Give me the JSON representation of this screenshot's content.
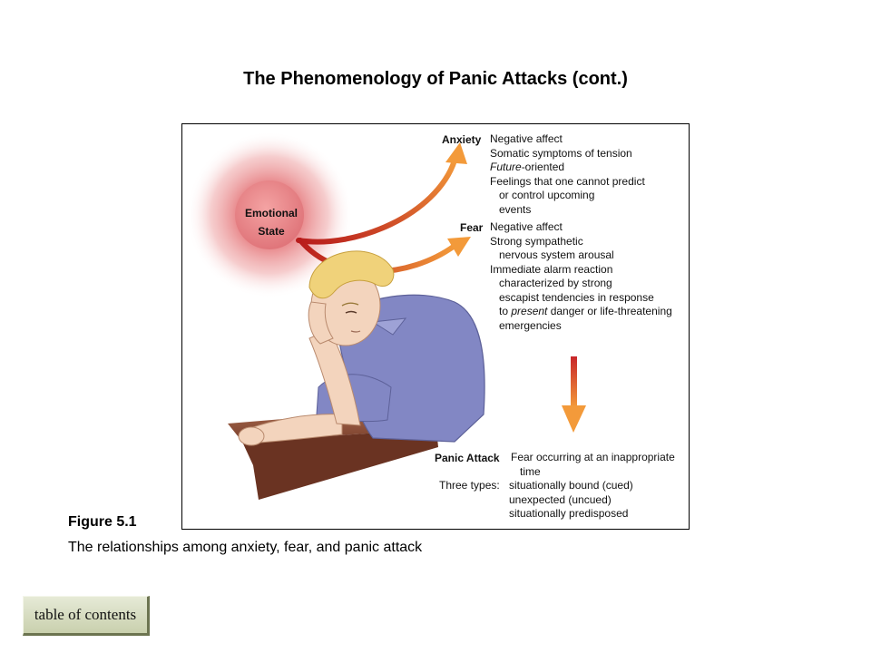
{
  "slide": {
    "title": "The Phenomenology of Panic Attacks (cont.)"
  },
  "figure": {
    "emotional_state": [
      "Emotional",
      "State"
    ],
    "anxiety": {
      "label": "Anxiety",
      "lines": [
        {
          "text": "Negative affect",
          "indent": false
        },
        {
          "text": "Somatic symptoms of tension",
          "indent": false
        },
        {
          "pre": "",
          "em": "Future",
          "post": "-oriented",
          "indent": false
        },
        {
          "text": "Feelings that one cannot predict",
          "indent": false
        },
        {
          "text": "or control upcoming",
          "indent": true
        },
        {
          "text": "events",
          "indent": true
        }
      ]
    },
    "fear": {
      "label": "Fear",
      "lines": [
        {
          "text": "Negative affect",
          "indent": false
        },
        {
          "text": "Strong sympathetic",
          "indent": false
        },
        {
          "text": "nervous system arousal",
          "indent": true
        },
        {
          "text": "Immediate alarm reaction",
          "indent": false
        },
        {
          "text": "characterized by strong",
          "indent": true
        },
        {
          "text": "escapist tendencies in response",
          "indent": true
        },
        {
          "pre": "to ",
          "em": "present",
          "post": " danger or life-threatening",
          "indent": true
        },
        {
          "text": "emergencies",
          "indent": true
        }
      ]
    },
    "panic": {
      "label": "Panic Attack",
      "definition": [
        "Fear occurring at an inappropriate",
        "time"
      ],
      "types_label": "Three types:",
      "types": [
        "situationally bound (cued)",
        "unexpected (uncued)",
        "situationally predisposed"
      ]
    },
    "colors": {
      "arrow_start": "#b81c1c",
      "arrow_end": "#f39a3a",
      "halo": "#d9484e",
      "shirt": "#8287c4",
      "hair": "#f0d27a",
      "skin": "#f3d4bd",
      "desk": "#7a3f2c"
    }
  },
  "caption": {
    "label": "Figure 5.1",
    "text": "The relationships among anxiety, fear, and panic attack"
  },
  "nav": {
    "toc_label": "table of contents"
  }
}
